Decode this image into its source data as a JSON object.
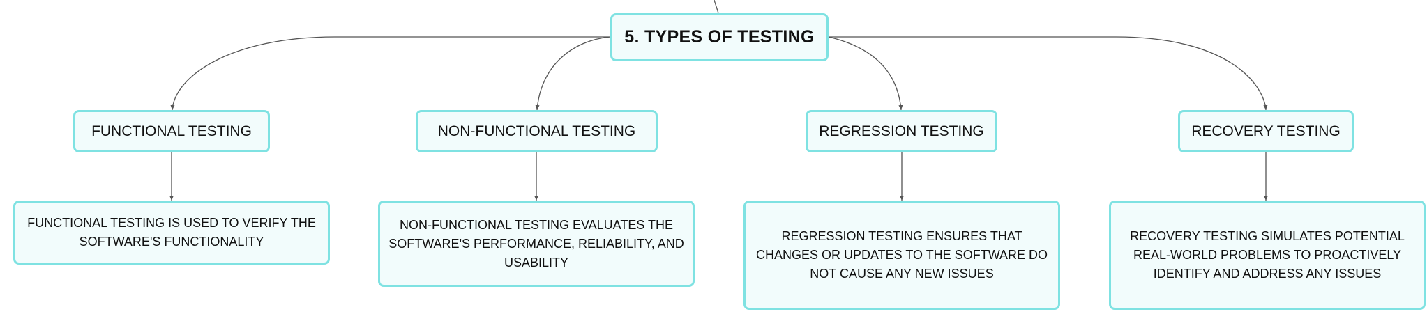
{
  "mindmap": {
    "root": {
      "label": "5. TYPES OF TESTING"
    },
    "branches": [
      {
        "label": "FUNCTIONAL TESTING",
        "description": "FUNCTIONAL TESTING IS USED TO VERIFY THE SOFTWARE'S FUNCTIONALITY"
      },
      {
        "label": "NON-FUNCTIONAL TESTING",
        "description": "NON-FUNCTIONAL TESTING EVALUATES THE SOFTWARE'S PERFORMANCE, RELIABILITY, AND USABILITY"
      },
      {
        "label": "REGRESSION TESTING",
        "description": "REGRESSION TESTING ENSURES THAT CHANGES OR UPDATES TO THE SOFTWARE DO NOT CAUSE ANY NEW ISSUES"
      },
      {
        "label": "RECOVERY TESTING",
        "description": "RECOVERY TESTING SIMULATES POTENTIAL REAL-WORLD PROBLEMS TO PROACTIVELY IDENTIFY AND ADDRESS ANY ISSUES"
      }
    ]
  },
  "colors": {
    "node_border": "#7fe2e2",
    "node_fill": "#f2fcfc",
    "connector": "#555555",
    "text": "#111111"
  }
}
